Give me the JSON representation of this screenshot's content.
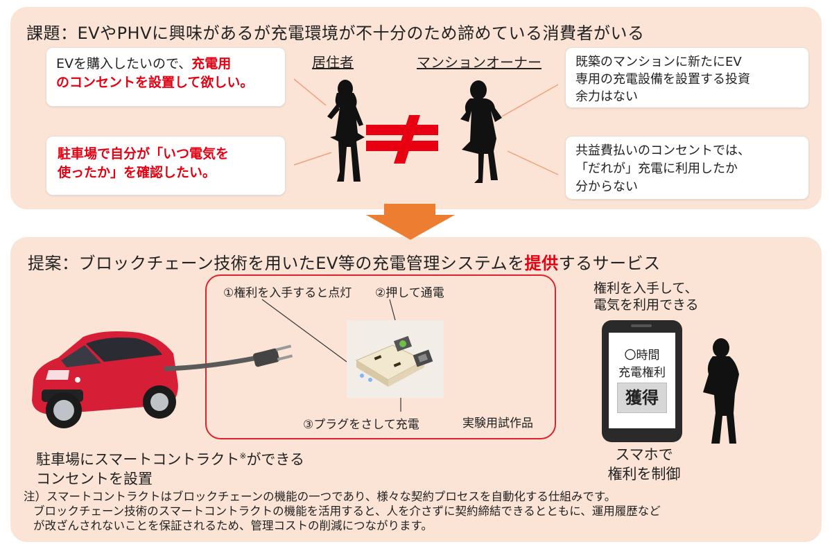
{
  "problem": {
    "heading": "課題：EVやPHVに興味があるが充電環境が不十分のため諦めている消費者がいる",
    "resident_label": "居住者",
    "owner_label": "マンションオーナー",
    "resident_bubble_1": {
      "line1_plain": "EVを購入したいので、",
      "line1_highlight": "充電用",
      "line2": "のコンセントを設置して欲しい。"
    },
    "resident_bubble_2": {
      "line1": "駐車場で自分が「いつ電気を",
      "line2": "使ったか」を確認したい。"
    },
    "owner_bubble_1": {
      "line1": "既築のマンションに新たにEV",
      "line2": "専用の充電設備を設置する投資",
      "line3": "余力はない"
    },
    "owner_bubble_2": {
      "line1": "共益費払いのコンセントでは、",
      "line2": "「だれが」充電に利用したか",
      "line3": "分からない"
    }
  },
  "proposal": {
    "heading_before": "提案：ブロックチェーン技術を用いたEV等の充電管理システムを",
    "heading_highlight": "提供",
    "heading_after": "するサービス",
    "step1": "①権利を入手すると点灯",
    "step2": "②押して通電",
    "step3": "③プラグをさして充電",
    "prototype_label": "実験用試作品",
    "car_caption_line1_a": "駐車場にスマートコントラクト",
    "car_caption_sup": "※",
    "car_caption_line1_b": "ができる",
    "car_caption_line2": "コンセントを設置",
    "phone_top_line1": "権利を入手して、",
    "phone_top_line2": "電気を利用できる",
    "phone_screen_line1": "〇時間",
    "phone_screen_line2": "充電権利",
    "phone_button": "獲得",
    "phone_caption_line1": "スマホで",
    "phone_caption_line2": "権利を制御"
  },
  "note": {
    "line1": "注）スマートコントラクトはブロックチェーンの機能の一つであり、様々な契約プロセスを自動化する仕組みです。",
    "line2": "ブロックチェーン技術のスマートコントラクトの機能を活用すると、人を介さずに契約締結できるとともに、運用履歴など",
    "line3": "が改ざんされないことを保証されるため、管理コストの削減につながります。"
  },
  "colors": {
    "panel_bg": "#fbe3d6",
    "highlight_red": "#e60012",
    "arrow_orange": "#ed7d31",
    "connector_line": "#f0a27a",
    "car_red": "#d61f36"
  }
}
